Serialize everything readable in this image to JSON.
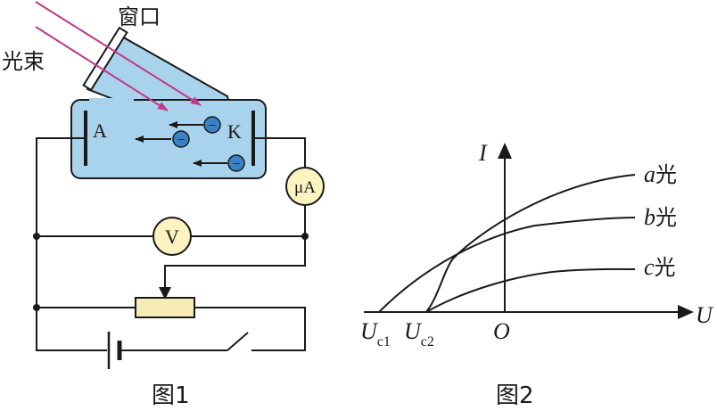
{
  "figure1": {
    "caption": "图1",
    "window_label": "窗口",
    "beam_label": "光束",
    "electrode_a": "A",
    "electrode_k": "K",
    "ammeter_label": "μA",
    "voltmeter_label": "V",
    "electron_sign": "−",
    "colors": {
      "tube": "#a9d3ec",
      "beam": "#c0398a",
      "electron": "#3b82c4",
      "meter": "#fbf3c0",
      "rheostat": "#f6edb4"
    }
  },
  "figure2": {
    "caption": "图2",
    "y_axis": "I",
    "x_axis": "U",
    "origin": "O",
    "uc1_main": "U",
    "uc1_sub": "c1",
    "uc2_main": "U",
    "uc2_sub": "c2",
    "curves": [
      {
        "letter": "a",
        "suffix": "光"
      },
      {
        "letter": "b",
        "suffix": "光"
      },
      {
        "letter": "c",
        "suffix": "光"
      }
    ]
  }
}
